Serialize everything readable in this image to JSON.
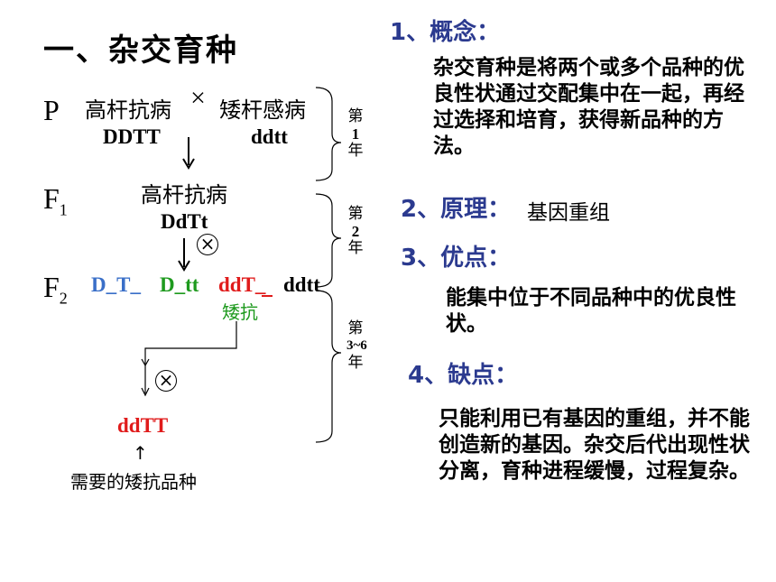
{
  "title": "一、杂交育种",
  "diagram": {
    "gen_p": "P",
    "gen_f1": "F",
    "gen_f1_sub": "1",
    "gen_f2": "F",
    "gen_f2_sub": "2",
    "parent1_phenotype": "高杆抗病",
    "cross_symbol": "×",
    "parent2_phenotype": "矮杆感病",
    "parent1_genotype": "DDTT",
    "parent2_genotype": "ddtt",
    "f1_phenotype": "高杆抗病",
    "f1_genotype": "DdTt",
    "self_symbol": "⊗",
    "f2_genotypes": [
      {
        "text": "D_T_",
        "color": "#3a6fc8"
      },
      {
        "text": "D_tt",
        "color": "#1e9a1e"
      },
      {
        "text": "ddT_",
        "color": "#e01b1b"
      },
      {
        "text": "ddtt",
        "color": "#000000"
      }
    ],
    "f2_selected_label": "矮抗",
    "final_genotype": "ddTT",
    "final_label": "需要的矮抗品种",
    "arrow_down": "↓",
    "arrow_up": "↑",
    "year1": {
      "prefix": "第",
      "num": "1",
      "suffix": "年"
    },
    "year2": {
      "prefix": "第",
      "num": "2",
      "suffix": "年"
    },
    "year3": {
      "prefix": "第",
      "num": "3~6",
      "suffix": "年"
    }
  },
  "colors": {
    "heading": "#2b3a8f",
    "red": "#e01b1b",
    "green": "#1e9a1e",
    "blue": "#3a6fc8"
  },
  "sections": [
    {
      "heading": "1、概念：",
      "body": "杂交育种是将两个或多个品种的优良性状通过交配集中在一起，再经过选择和培育，获得新品种的方法。"
    },
    {
      "heading": "2、原理：",
      "body": "基因重组"
    },
    {
      "heading": "3、优点：",
      "body": "能集中位于不同品种中的优良性状。"
    },
    {
      "heading": "4、缺点：",
      "body": "只能利用已有基因的重组，并不能创造新的基因。杂交后代出现性状分离，育种进程缓慢，过程复杂。"
    }
  ]
}
